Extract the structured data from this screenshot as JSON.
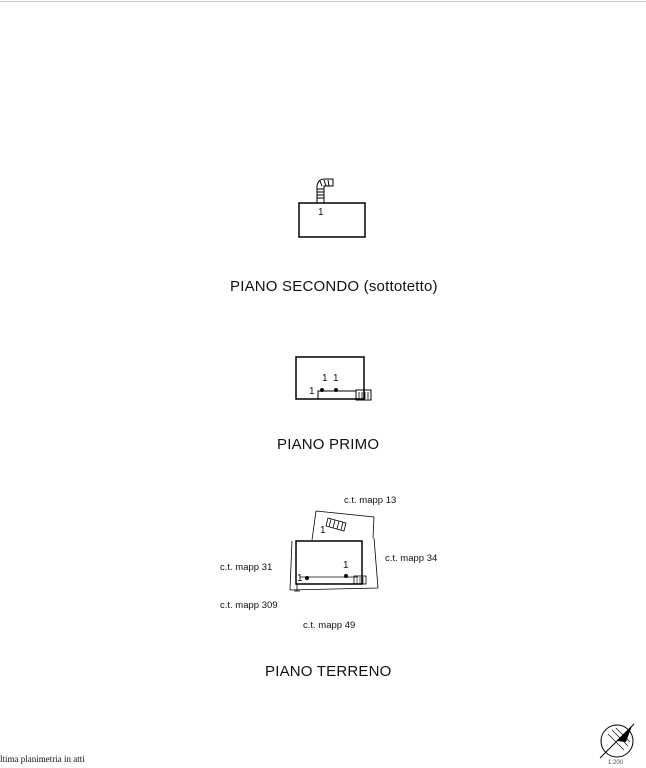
{
  "plans": {
    "secondo": {
      "title": "PIANO SECONDO (sottotetto)",
      "number": "1"
    },
    "primo": {
      "title": "PIANO PRIMO",
      "numbers": [
        "1",
        "1",
        "1"
      ]
    },
    "terreno": {
      "title": "PIANO TERRENO",
      "numbers": [
        "1",
        "1",
        "1"
      ],
      "labels": {
        "north": "c.t. mapp 13",
        "east": "c.t. mapp 34",
        "west": "c.t. mapp 31",
        "southwest": "c.t. mapp 309",
        "south": "c.t. mapp 49"
      }
    }
  },
  "footer": {
    "note": "ltima planimetria in atti"
  },
  "north_arrow": {
    "icon": "north-arrow-icon",
    "text": "1:200"
  }
}
